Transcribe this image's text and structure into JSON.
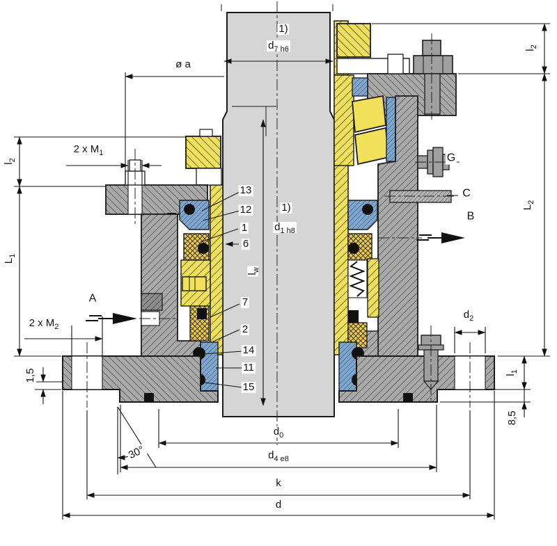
{
  "drawing": {
    "title": "mechanical-seal-cross-section",
    "footnote_marker": "1)",
    "colors": {
      "part_yellow": "#f1e05a",
      "part_yellow_cross": "#efcb3e",
      "part_blue": "#7fa6ce",
      "housing_gray": "#a9a9a9",
      "housing_gray_dark": "#8d8d8d",
      "shaft_gray": "#d5d5d5",
      "line": "#1a1a1a",
      "oring_black": "#111111"
    },
    "dimensions": {
      "d7": {
        "main": "d",
        "sub": "7 h6",
        "note": "1)"
      },
      "dia_a": {
        "main": "ø a",
        "sub": ""
      },
      "m1": {
        "main": "2 x M",
        "sub": "1"
      },
      "l2_left": {
        "main": "l",
        "sub": "2"
      },
      "L1": {
        "main": "L",
        "sub": "1"
      },
      "m2": {
        "main": "2 x M",
        "sub": "2"
      },
      "one_five": {
        "main": "1,5",
        "sub": ""
      },
      "angle": {
        "main": "30°",
        "sub": ""
      },
      "d1": {
        "main": "d",
        "sub": "1 h8",
        "note": "1)"
      },
      "lw": {
        "main": "l",
        "sub": "w"
      },
      "d0": {
        "main": "d",
        "sub": "0"
      },
      "d4": {
        "main": "d",
        "sub": "4 e8"
      },
      "k": {
        "main": "k",
        "sub": ""
      },
      "d": {
        "main": "d",
        "sub": ""
      },
      "d2": {
        "main": "d",
        "sub": "2"
      },
      "l1_right": {
        "main": "l",
        "sub": "1"
      },
      "eight_five": {
        "main": "8,5",
        "sub": ""
      },
      "l2_right": {
        "main": "l",
        "sub": "2"
      },
      "L2": {
        "main": "L",
        "sub": "2"
      }
    },
    "part_labels": {
      "p13": "13",
      "p12": "12",
      "p1": "1",
      "p6": "6",
      "p7": "7",
      "p2": "2",
      "p14": "14",
      "p11": "11",
      "p15": "15"
    },
    "connections": {
      "A": "A",
      "B": "B",
      "C": "C",
      "G": "G"
    }
  }
}
